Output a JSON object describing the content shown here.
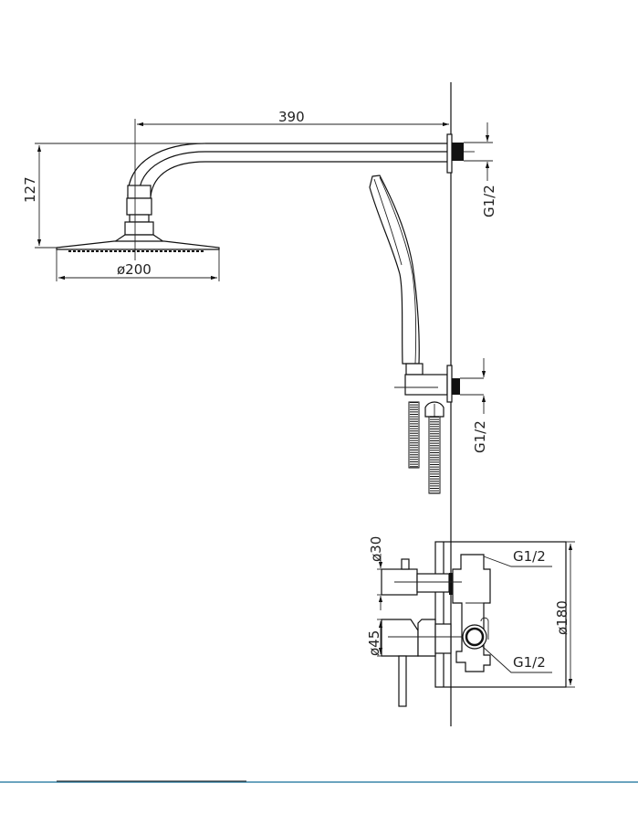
{
  "drawing": {
    "arm_length": "390",
    "arm_drop": "127",
    "head_diameter": "ø200",
    "arm_thread": "G1/2",
    "holder_thread": "G1/2",
    "mixer_upper_thread": "G1/2",
    "mixer_lower_thread": "G1/2",
    "small_knob_diameter": "ø30",
    "lever_body_diameter": "ø45",
    "plate_diameter": "ø180"
  },
  "colors": {
    "line": "#111111",
    "footer_rule": "#3a86a8"
  }
}
